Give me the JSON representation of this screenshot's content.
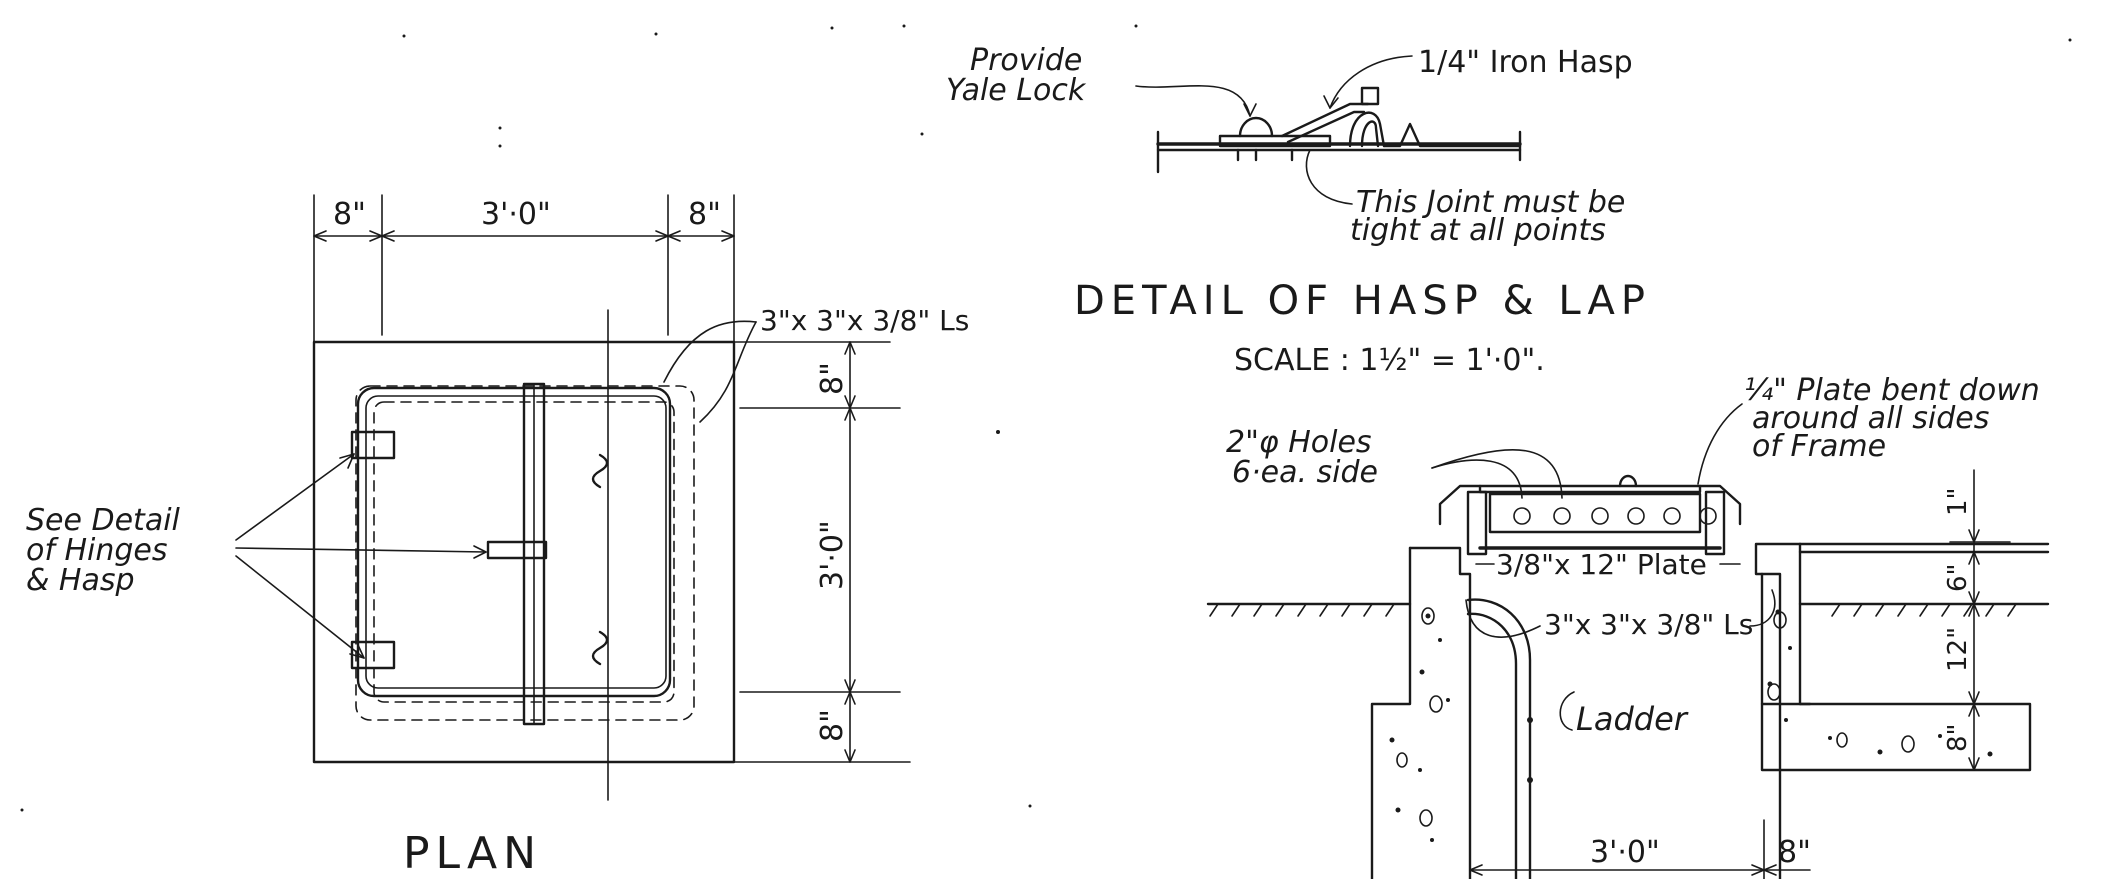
{
  "plan": {
    "dim_top_left": "8\"",
    "dim_top_mid": "3'·0\"",
    "dim_top_right": "8\"",
    "dim_right_top": "8\"",
    "dim_right_mid": "3'·0\"",
    "dim_right_bottom": "8\"",
    "angle_label": "3\"x 3\"x 3/8\" Ls",
    "note_line1": "See Detail",
    "note_line2": "of Hinges",
    "note_line3": "& Hasp",
    "title": "PLAN"
  },
  "hasp_detail": {
    "lock_line1": "Provide",
    "lock_line2": "Yale Lock",
    "hasp_label": "1/4\" Iron Hasp",
    "joint_line1": "This Joint must be",
    "joint_line2": "tight at all points",
    "title": "DETAIL OF HASP & LAP",
    "scale": "SCALE : 1½\" = 1'·0\"."
  },
  "section": {
    "plate_line1": "¼\" Plate bent down",
    "plate_line2": "around all sides",
    "plate_line3": "of Frame",
    "holes_line1": "2\"φ Holes",
    "holes_line2": "6·ea. side",
    "plate_label": "3/8\"x 12\" Plate",
    "angle_label": "3\"x 3\"x 3/8\" Ls",
    "ladder_label": "Ladder",
    "dim_1": "1\"",
    "dim_6": "6\"",
    "dim_12": "12\"",
    "dim_8": "8\"",
    "dim_bottom_mid": "3'·0\"",
    "dim_bottom_right": "8\""
  }
}
